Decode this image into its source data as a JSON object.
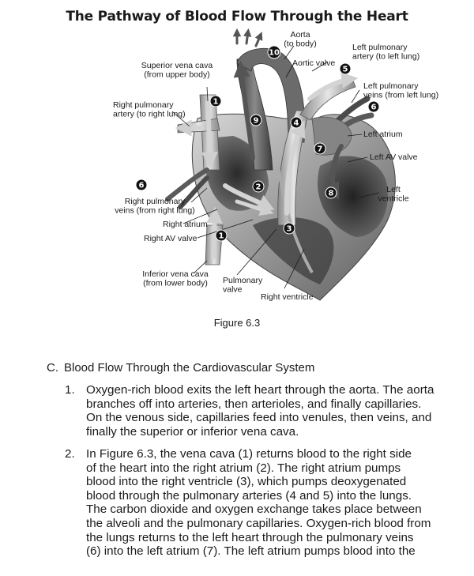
{
  "figure": {
    "title": "The Pathway of Blood Flow Through the Heart",
    "caption": "Figure 6.3",
    "labels": {
      "aorta": [
        "Aorta",
        "(to body)"
      ],
      "aortic_valve": [
        "Aortic valve"
      ],
      "superior_vena_cava": [
        "Superior vena cava",
        "(from  upper body)"
      ],
      "left_pulmonary_artery": [
        "Left pulmonary",
        "artery (to left lung)"
      ],
      "left_pulmonary_veins": [
        "Left pulmonary",
        "veins (from left lung)"
      ],
      "right_pulmonary_artery": [
        "Right pulmonary",
        "artery (to right lung)"
      ],
      "left_atrium": [
        "Left atrium"
      ],
      "left_av_valve": [
        "Left AV valve"
      ],
      "left_ventricle": [
        "Left",
        "ventricle"
      ],
      "right_pulmonary_veins": [
        "Right pulmonary",
        "veins (from right lung)"
      ],
      "right_atrium": [
        "Right atrium"
      ],
      "right_av_valve": [
        "Right AV valve"
      ],
      "inferior_vena_cava": [
        "Inferior vena cava",
        "(from lower body)"
      ],
      "pulmonary_valve": [
        "Pulmonary",
        "valve"
      ],
      "right_ventricle": [
        "Right ventricle"
      ]
    },
    "step_markers": [
      "1",
      "1",
      "2",
      "3",
      "4",
      "5",
      "6",
      "6",
      "7",
      "8",
      "9",
      "10"
    ]
  },
  "section": {
    "letter": "C.",
    "title": "Blood Flow Through the Cardiovascular System",
    "items": [
      {
        "number": "1.",
        "lines": [
          "Oxygen-rich blood exits the left heart through the aorta. The aorta",
          "branches off into arteries, then arterioles, and finally capillaries.",
          "On the venous side, capillaries feed into venules, then veins, and",
          "finally the superior or inferior vena cava."
        ]
      },
      {
        "number": "2.",
        "lines": [
          "In Figure 6.3, the vena cava (1) returns blood to the right side",
          "of the heart into the right atrium (2). The right atrium pumps",
          "blood into the right ventricle (3), which pumps deoxygenated",
          "blood through the pulmonary arteries (4 and 5) into the lungs.",
          "The carbon dioxide and oxygen exchange takes place between",
          "the alveoli and the pulmonary capillaries. Oxygen-rich blood from",
          "the lungs returns to the left heart through the pulmonary veins",
          "(6) into the left atrium (7). The left atrium pumps blood into the"
        ]
      }
    ]
  }
}
